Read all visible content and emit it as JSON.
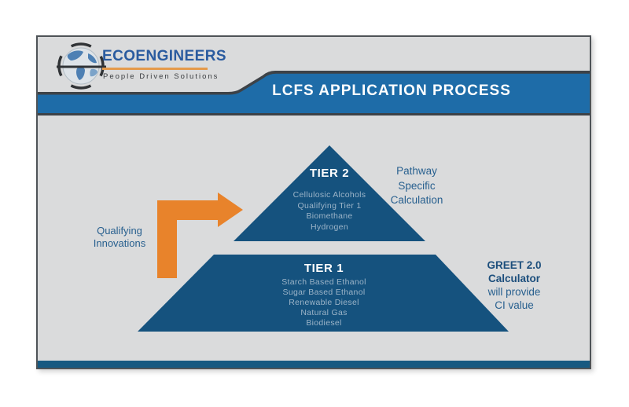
{
  "colors": {
    "banner_blue": "#1e6ca8",
    "pyramid_navy": "#15527e",
    "accent_orange": "#e8832b",
    "charcoal": "#3d4247",
    "card_background": "#dadbdc",
    "brand_blue": "#2a5b9f",
    "brand_underline_orange": "#e59a4b",
    "annotation_blue": "#28608f",
    "tier_item_text": "#9cb4c8",
    "footer_bar_blue": "#175981"
  },
  "logo": {
    "brand": "ECOENGINEERS",
    "tagline": "People Driven Solutions"
  },
  "banner": {
    "title": "LCFS APPLICATION PROCESS"
  },
  "pyramid": {
    "tier2": {
      "title": "TIER 2",
      "items": [
        "Cellulosic Alcohols",
        "Qualifying Tier 1",
        "Biomethane",
        "Hydrogen"
      ]
    },
    "tier1": {
      "title": "TIER 1",
      "items": [
        "Starch Based Ethanol",
        "Sugar Based Ethanol",
        "Renewable Diesel",
        "Natural Gas",
        "Biodiesel"
      ]
    }
  },
  "annotations": {
    "qualifying": {
      "lines": [
        "Qualifying",
        "Innovations"
      ]
    },
    "pathway": {
      "lines": [
        "Pathway",
        "Specific",
        "Calculation"
      ]
    },
    "greet": {
      "bold_lines": [
        "GREET 2.0",
        "Calculator"
      ],
      "lines": [
        "will provide",
        "CI value"
      ]
    }
  }
}
